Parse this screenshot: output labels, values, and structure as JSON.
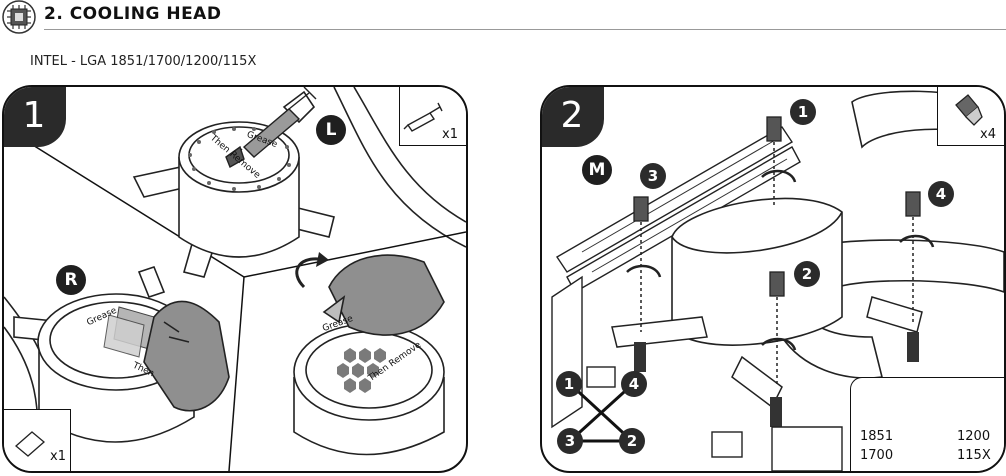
{
  "header": {
    "title": "2. COOLING HEAD",
    "logo_icon": "cpu-chip-icon"
  },
  "socket_label": "INTEL - LGA 1851/1700/1200/115X",
  "step1": {
    "number": "1",
    "syringe_qty": "x1",
    "pad_qty": "x1",
    "part_labels": {
      "l": "L",
      "r": "R"
    },
    "pad_texts": {
      "grease": "Grease",
      "then_remove": "Then Remove",
      "then": "Then"
    }
  },
  "step2": {
    "number": "2",
    "screw_qty": "x4",
    "part_label_m": "M",
    "screw_order": [
      "1",
      "2",
      "3",
      "4"
    ],
    "sequence_diagram": [
      "1",
      "4",
      "3",
      "2"
    ],
    "mount_dims": {
      "left_top": "1851",
      "left_bottom": "1700",
      "right_top": "1200",
      "right_bottom": "115X"
    }
  },
  "colors": {
    "badge": "#2a2a2a",
    "line": "#111111",
    "pad_gray": "#9a9a9a"
  }
}
